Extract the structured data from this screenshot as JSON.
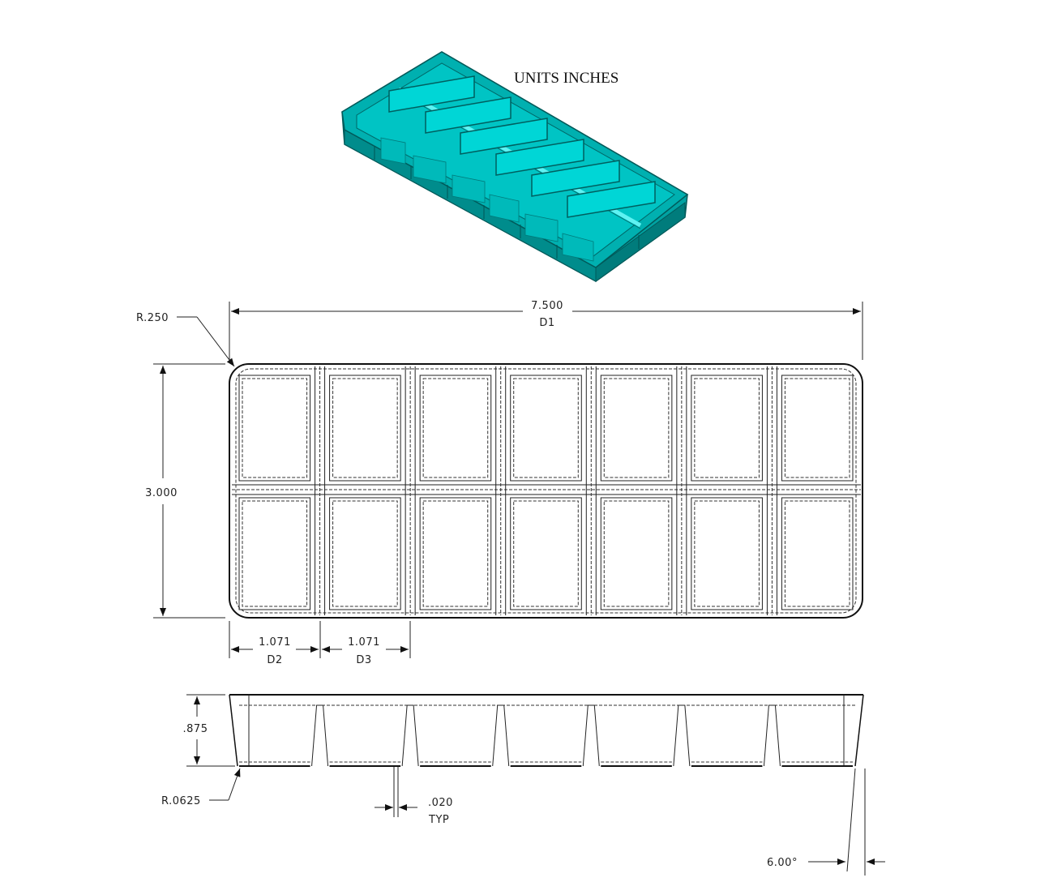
{
  "units_note": "UNITS INCHES",
  "colors": {
    "tray_fill": "#00A7A7",
    "tray_dark": "#007A7A",
    "tray_light": "#3FE0E0",
    "line": "#111111"
  },
  "dimensions": {
    "corner_radius": "R.250",
    "overall_length_value": "7.500",
    "overall_length_id": "D1",
    "overall_width_value": "3.000",
    "pitch_1_value": "1.071",
    "pitch_1_id": "D2",
    "pitch_2_value": "1.071",
    "pitch_2_id": "D3",
    "depth_value": ".875",
    "bottom_radius": "R.0625",
    "wall_value": ".020",
    "wall_note": "TYP",
    "draft_angle": "6.00°"
  },
  "tray": {
    "columns": 7,
    "rows": 2
  }
}
